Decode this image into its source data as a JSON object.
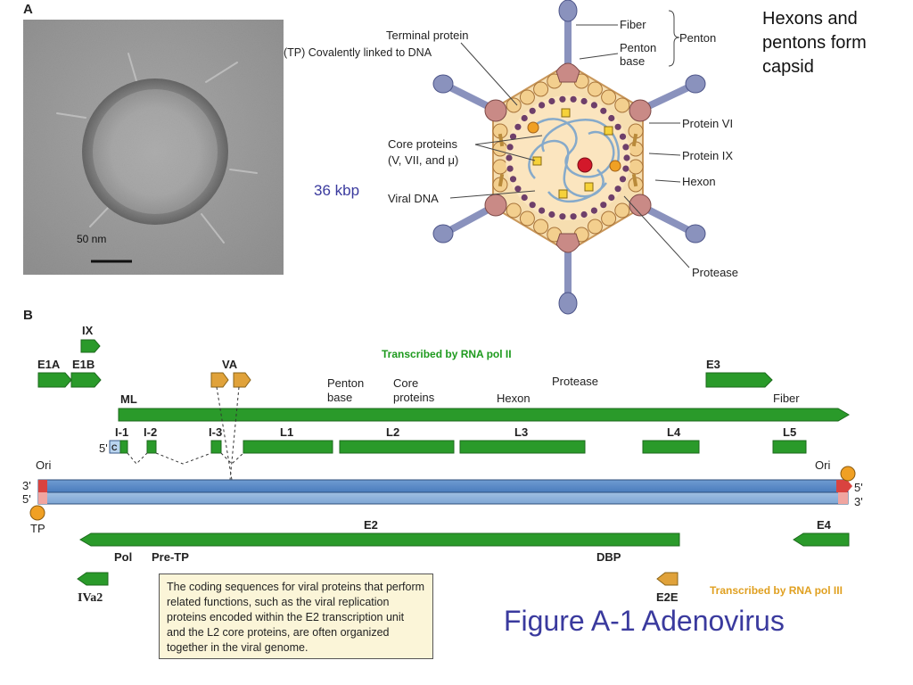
{
  "panel_a": {
    "letter": "A",
    "scale_bar": "50 nm",
    "tp_note": "(TP) Covalently linked to DNA",
    "genome_size": "36 kbp",
    "capsid_note": "Hexons  and\npentons form\ncapsid",
    "labels": {
      "terminal_protein": "Terminal protein",
      "fiber": "Fiber",
      "penton_base": "Penton base",
      "penton": "Penton",
      "protein_vi": "Protein VI",
      "protein_ix": "Protein IX",
      "hexon": "Hexon",
      "core_proteins": "Core proteins",
      "core_proteins_detail": "(V, VII, and μ)",
      "viral_dna": "Viral DNA",
      "protease": "Protease"
    }
  },
  "panel_b": {
    "letter": "B",
    "pol2_label": "Transcribed by RNA pol II",
    "pol3_label": "Transcribed by RNA pol III",
    "genes": {
      "ix": "IX",
      "e1a": "E1A",
      "e1b": "E1B",
      "va": "VA",
      "e3": "E3",
      "ml": "ML",
      "l1": "L1",
      "l2": "L2",
      "l3": "L3",
      "l4": "L4",
      "l5": "L5",
      "i1": "I-1",
      "i2": "I-2",
      "i3": "I-3",
      "c": "C",
      "e2": "E2",
      "e4": "E4",
      "pol": "Pol",
      "pre_tp": "Pre-TP",
      "dbp": "DBP",
      "iva2": "IVa2",
      "e2e": "E2E"
    },
    "products": {
      "penton_base": "Penton base",
      "core_proteins": "Core proteins",
      "hexon": "Hexon",
      "protease": "Protease",
      "fiber": "Fiber"
    },
    "dna_ends": {
      "ori": "Ori",
      "three_prime": "3'",
      "five_prime": "5'",
      "tp": "TP"
    },
    "note": "The coding sequences for viral proteins that perform related functions, such as the viral replication proteins encoded within the E2 transcription unit and the L2 core proteins, are often organized together in the viral genome."
  },
  "figure_title": "Figure A-1 Adenovirus",
  "colors": {
    "gene_green": "#2a9a2a",
    "va_orange": "#e0a23a",
    "dna_blue": "#5b8cc6",
    "dna_light": "#8fb3da",
    "end_red": "#d9433f",
    "tp_orange": "#f0a024",
    "title_blue": "#3a3a9e"
  },
  "icons": {
    "micrograph": "adenovirus-electron-micrograph",
    "virion": "adenovirus-virion-schematic"
  }
}
